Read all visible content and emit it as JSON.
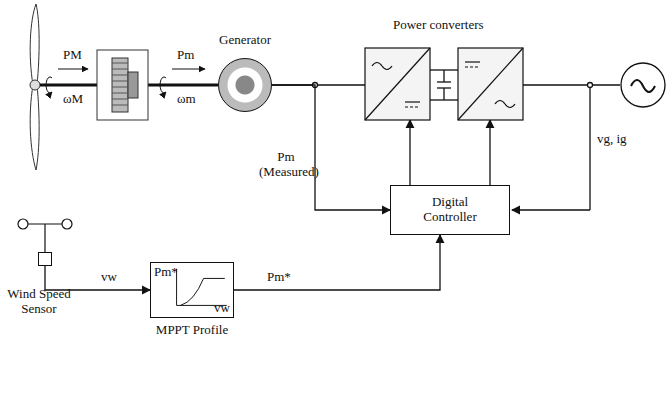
{
  "diagram": {
    "nodes": [
      {
        "text": [
          "Generator"
        ]
      },
      {
        "text": [
          "Digital Controller"
        ]
      },
      {
        "text": [
          "Wind Speed Sensor"
        ]
      },
      {
        "text": [
          "Pm*",
          "vw",
          "MPPT Profile"
        ]
      }
    ],
    "edges": [
      {
        "from": 0,
        "to": 1,
        "arrow": "to",
        "label": "Pm (Measured)"
      },
      {
        "from": 2,
        "to": 3,
        "arrow": "to",
        "label": "vw"
      },
      {
        "from": 3,
        "to": 1,
        "arrow": "to",
        "label": "Pm*"
      }
    ],
    "labels": [
      "PM",
      "ωM",
      "Pm",
      "ωm",
      "Power converters",
      "vg, ig"
    ]
  }
}
